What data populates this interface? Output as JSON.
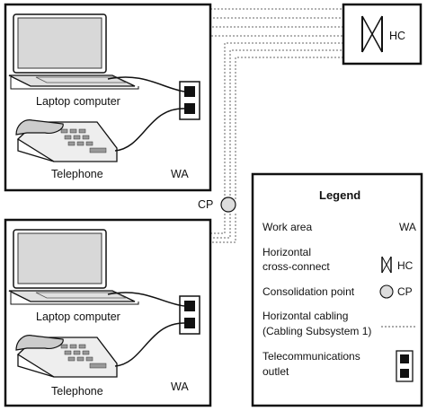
{
  "work_area_top": {
    "device1_label": "Laptop computer",
    "device2_label": "Telephone",
    "area_label": "WA"
  },
  "work_area_bottom": {
    "device1_label": "Laptop computer",
    "device2_label": "Telephone",
    "area_label": "WA"
  },
  "hc_box": {
    "label": "HC"
  },
  "consolidation": {
    "label": "CP"
  },
  "legend": {
    "title": "Legend",
    "items": [
      {
        "text_lines": [
          "Work area"
        ],
        "symbol": "text",
        "symbol_text": "WA"
      },
      {
        "text_lines": [
          "Horizontal",
          "cross-connect"
        ],
        "symbol": "cross-connect-icon",
        "symbol_text": "HC"
      },
      {
        "text_lines": [
          "Consolidation point"
        ],
        "symbol": "circle-icon",
        "symbol_text": "CP"
      },
      {
        "text_lines": [
          "Horizontal cabling",
          "(Cabling Subsystem 1)"
        ],
        "symbol": "dotted-line-icon",
        "symbol_text": ""
      },
      {
        "text_lines": [
          "Telecommunications",
          "outlet"
        ],
        "symbol": "outlet-icon",
        "symbol_text": ""
      }
    ]
  }
}
